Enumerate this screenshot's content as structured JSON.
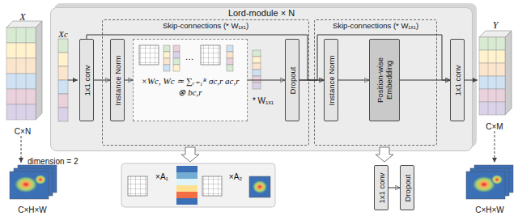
{
  "diagram": {
    "nodes": [
      {
        "text": [
          "Lord-module × N"
        ]
      },
      {
        "text": [
          "1x1 conv"
        ],
        "in": 0
      },
      {
        "text": [
          "Skip-connections (* W₁ₓ₁)"
        ],
        "in": 0
      },
      {
        "text": [
          "Instance Norm"
        ],
        "in": 2
      },
      {
        "text": [
          "×Wc, Wc ≃ ∑ᵣ₌₁ᴿ σc,r ac,r ⊗ bc,r"
        ],
        "in": 2
      },
      {
        "text": [
          "Dropout"
        ],
        "in": 2
      },
      {
        "text": [
          "Skip-connections (* W₁ₓ₁)"
        ],
        "in": 0
      },
      {
        "text": [
          "Instance Norm"
        ],
        "in": 6
      },
      {
        "text": [
          "Position-wise Embedding"
        ],
        "in": 6
      },
      {
        "text": [
          "1x1 conv"
        ],
        "in": 0
      },
      {
        "text": [
          "1x1 conv"
        ]
      },
      {
        "text": [
          "Dropout"
        ]
      }
    ],
    "edges": [
      {
        "from": 1,
        "to": 3,
        "arrow": "to"
      },
      {
        "from": 3,
        "to": 4,
        "arrow": "to"
      },
      {
        "from": 4,
        "to": 5,
        "arrow": "to"
      },
      {
        "from": 5,
        "to": 7,
        "arrow": "to"
      },
      {
        "from": 7,
        "to": 8,
        "arrow": "to"
      },
      {
        "from": 8,
        "to": 9,
        "arrow": "to"
      },
      {
        "from": 1,
        "to": 7,
        "arrow": "to"
      },
      {
        "from": 5,
        "to": 9,
        "arrow": "to"
      },
      {
        "from": 10,
        "to": 11,
        "arrow": "to"
      }
    ],
    "labels": [
      "X",
      "C×N",
      "Xc",
      "…",
      "* W₁ₓ₁",
      "Y",
      "C×M",
      "dimension = 2",
      "C×H×W",
      "×A₁",
      "×A₂",
      "C×H×W"
    ]
  }
}
